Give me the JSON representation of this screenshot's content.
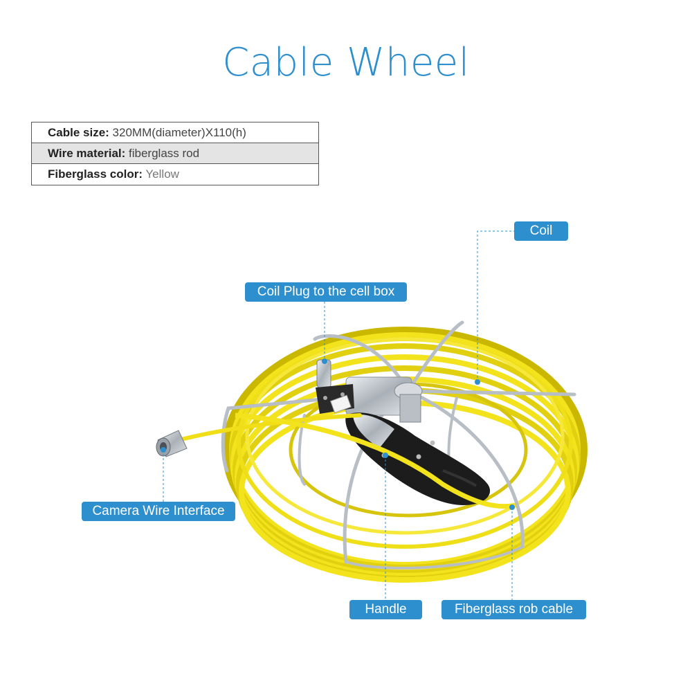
{
  "title": "Cable Wheel",
  "specs": [
    {
      "label": "Cable size:",
      "value": "320MM(diameter)X110(h)"
    },
    {
      "label": "Wire material:",
      "value": "fiberglass rod"
    },
    {
      "label": "Fiberglass color:",
      "value": "Yellow"
    }
  ],
  "callouts": {
    "coil": "Coil",
    "coil_plug": "Coil Plug to the cell box",
    "camera_wire": "Camera Wire Interface",
    "handle": "Handle",
    "fiberglass_cable": "Fiberglass rob cable"
  },
  "colors": {
    "accent": "#2e8fce",
    "cable": "#f2e21a",
    "frame": "#c8cdd2",
    "handle": "#1c1c1c"
  }
}
